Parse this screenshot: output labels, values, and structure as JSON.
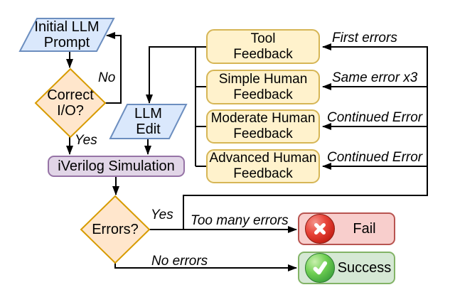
{
  "colors": {
    "blue-fill": "#dae8fc",
    "blue-stroke": "#6c8ebf",
    "orange-fill": "#ffe6cc",
    "orange-stroke": "#d79b00",
    "yellow-fill": "#fff2cc",
    "yellow-stroke": "#d6b656",
    "purple-fill": "#e1d5e7",
    "purple-stroke": "#9673a6",
    "red-fill": "#f8cecc",
    "red-stroke": "#b85450",
    "green-fill": "#d5e8d4",
    "green-stroke": "#82b366",
    "line": "#000000",
    "fail-icon": "#d8251c",
    "success-icon": "#4caf50"
  },
  "nodes": {
    "initial_prompt": {
      "label": "Initial LLM\nPrompt"
    },
    "correct_io": {
      "label": "Correct\nI/O?"
    },
    "llm_edit": {
      "label": "LLM\nEdit"
    },
    "iverilog": {
      "label": "iVerilog Simulation"
    },
    "errors": {
      "label": "Errors?"
    },
    "fail": {
      "label": "Fail"
    },
    "success": {
      "label": "Success"
    }
  },
  "feedback": [
    {
      "label": "Tool\nFeedback"
    },
    {
      "label": "Simple Human\nFeedback"
    },
    {
      "label": "Moderate Human\nFeedback"
    },
    {
      "label": "Advanced Human\nFeedback"
    }
  ],
  "edge_labels": {
    "no": "No",
    "yes_io": "Yes",
    "yes_errors": "Yes",
    "too_many": "Too many errors",
    "no_errors": "No errors",
    "first_errors": "First errors",
    "same_error": "Same error x3",
    "continued_error_1": "Continued Error",
    "continued_error_2": "Continued Error"
  }
}
